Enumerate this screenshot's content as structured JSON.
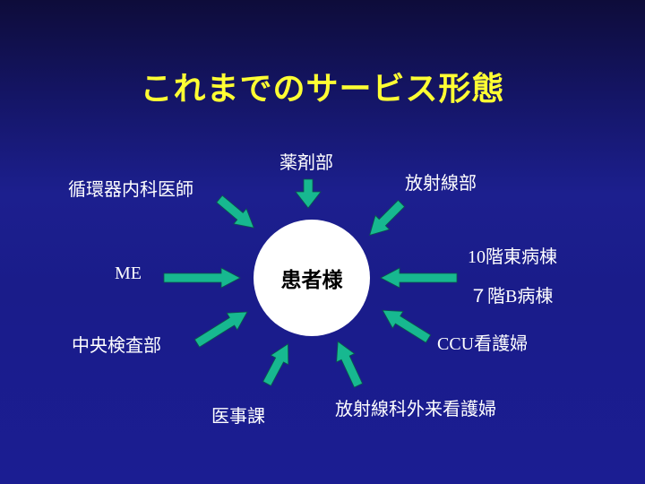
{
  "slide": {
    "title": "これまでのサービス形態",
    "center": "患者様",
    "departments": {
      "yakuzai": "薬剤部",
      "junkan": "循環器内科医師",
      "hoshasen": "放射線部",
      "ward10_num": "10",
      "ward10_text": "階東病棟",
      "ward7_num": "７階",
      "ward7_b": "B",
      "ward7_text": "病棟",
      "me": "ME",
      "chuo": "中央検査部",
      "ccu_en": "CCU",
      "ccu_text": "看護婦",
      "ijika": "医事課",
      "gairai": "放射線科外来看護婦"
    }
  },
  "colors": {
    "title": "#ffff33",
    "arrow": "#17b890",
    "text": "#ffffff",
    "center_fill": "#ffffff"
  }
}
